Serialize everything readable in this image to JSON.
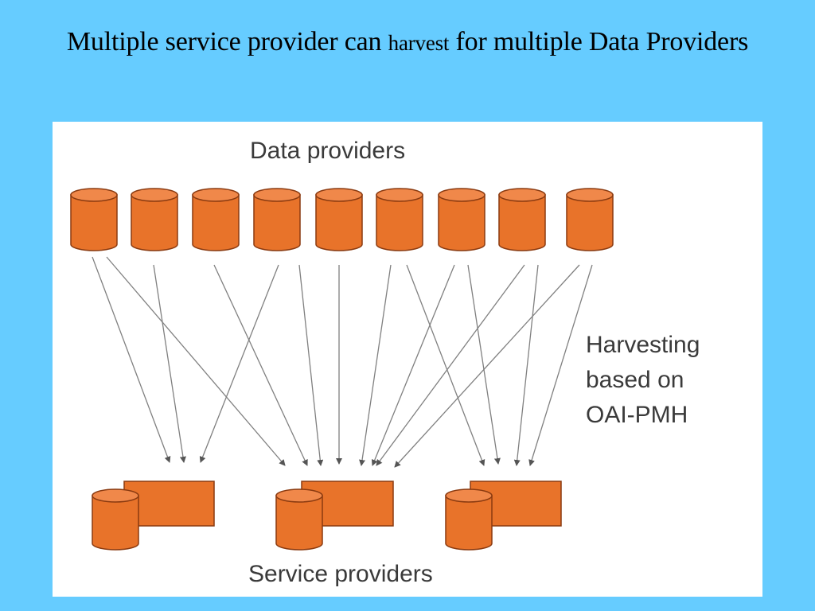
{
  "title": {
    "part1": "Multiple service provider can",
    "part2": "harvest",
    "part3": "for multiple Data Providers"
  },
  "diagram": {
    "top_label": "Data providers",
    "bottom_label": "Service providers",
    "side_label_lines": [
      "Harvesting",
      "based on",
      "OAI-PMH"
    ],
    "data_provider_count": 9,
    "service_provider_count": 3,
    "colors": {
      "background": "#66ccff",
      "panel": "#ffffff",
      "orange": "#e8732a",
      "orange_light": "#f0884a",
      "orange_stroke": "#8a3a10",
      "arrow": "#808080"
    }
  }
}
